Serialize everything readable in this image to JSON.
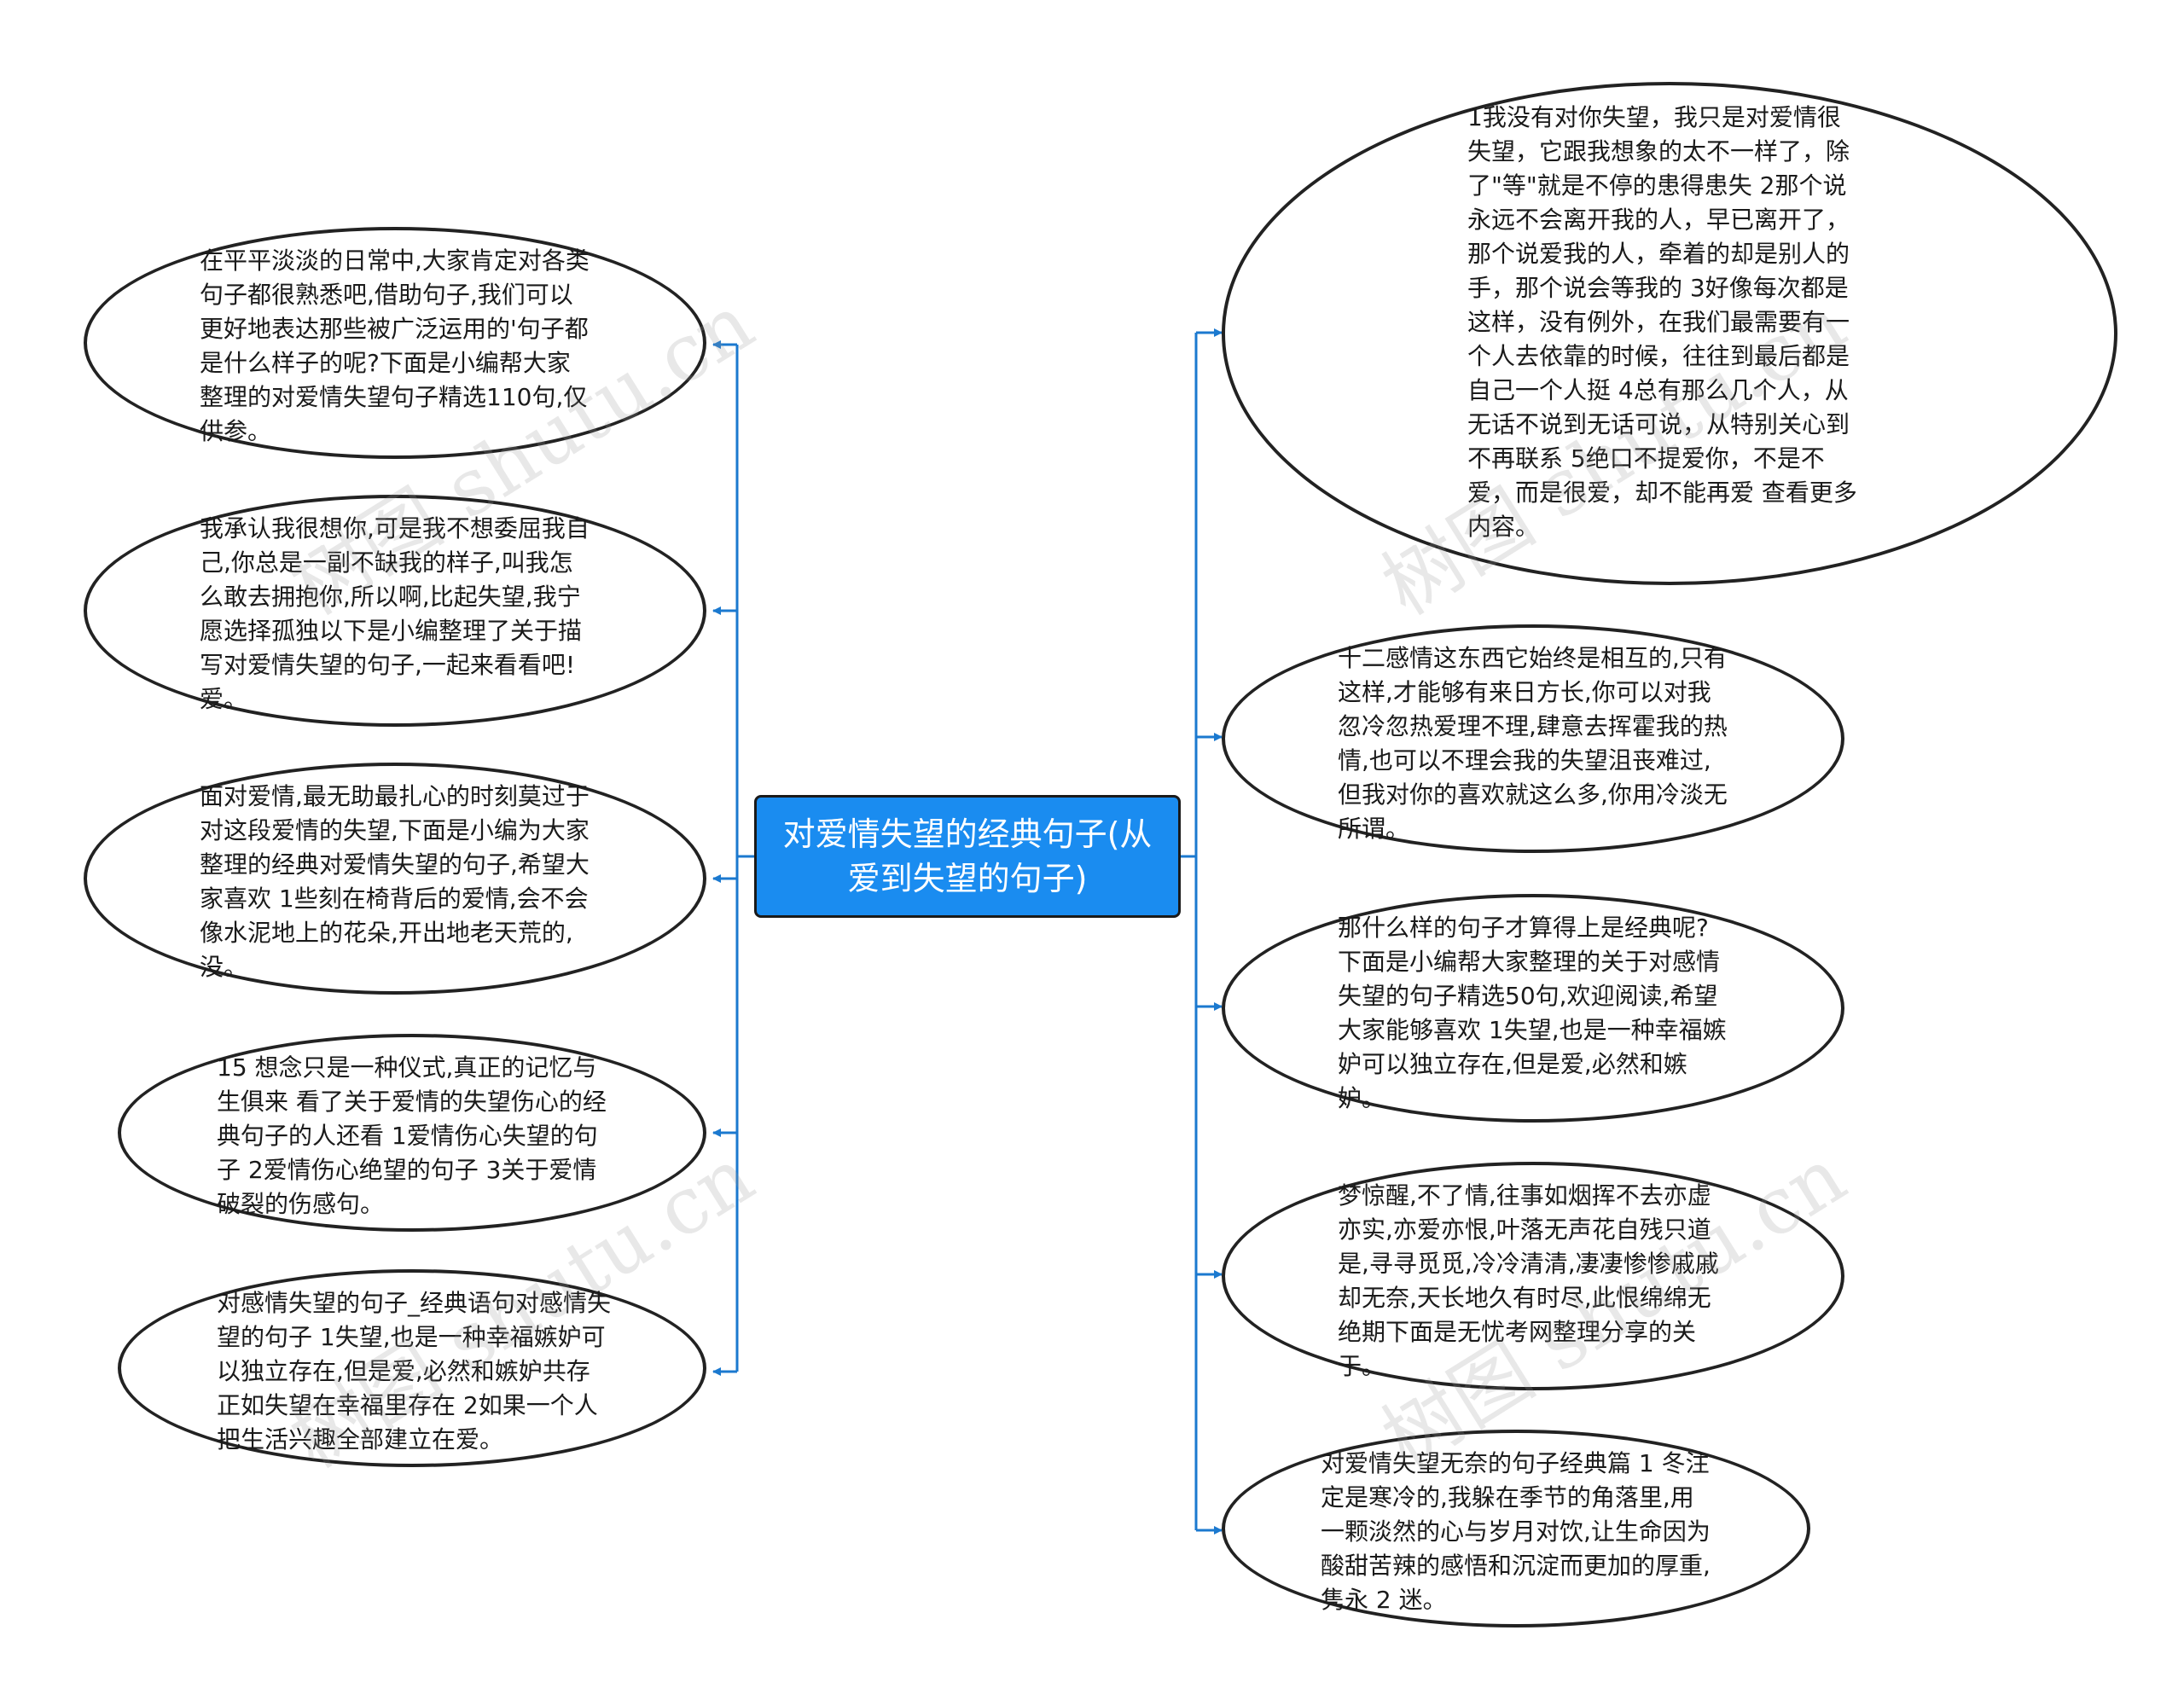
{
  "root": {
    "label": "对爱情失望的经典句子(从爱到失望的句子)"
  },
  "left_nodes": [
    {
      "text": "在平平淡淡的日常中,大家肯定对各类句子都很熟悉吧,借助句子,我们可以更好地表达那些被广泛运用的'句子都是什么样子的呢?下面是小编帮大家整理的对爱情失望句子精选110句,仅供参。"
    },
    {
      "text": "我承认我很想你,可是我不想委屈我自己,你总是一副不缺我的样子,叫我怎么敢去拥抱你,所以啊,比起失望,我宁愿选择孤独以下是小编整理了关于描写对爱情失望的句子,一起来看看吧! 爱。"
    },
    {
      "text": "面对爱情,最无助最扎心的时刻莫过于对这段爱情的失望,下面是小编为大家整理的经典对爱情失望的句子,希望大家喜欢 1些刻在椅背后的爱情,会不会像水泥地上的花朵,开出地老天荒的,没。"
    },
    {
      "text": "15 想念只是一种仪式,真正的记忆与生俱来 看了关于爱情的失望伤心的经典句子的人还看 1爱情伤心失望的句子 2爱情伤心绝望的句子 3关于爱情破裂的伤感句。"
    },
    {
      "text": "对感情失望的句子_经典语句对感情失望的句子 1失望,也是一种幸福嫉妒可以独立存在,但是爱,必然和嫉妒共存正如失望在幸福里存在 2如果一个人把生活兴趣全部建立在爱。"
    }
  ],
  "right_nodes": [
    {
      "text": "1我没有对你失望，我只是对爱情很失望，它跟我想象的太不一样了，除了\"等\"就是不停的患得患失    2那个说永远不会离开我的人，早已离开了，那个说爱我的人，牵着的却是别人的手，那个说会等我的    3好像每次都是这样，没有例外，在我们最需要有一个人去依靠的时候，往往到最后都是自己一个人挺    4总有那么几个人，从无话不说到无话可说，从特别关心到不再联系    5绝口不提爱你，不是不爱，而是很爱，却不能再爱   查看更多内容。"
    },
    {
      "text": "十二感情这东西它始终是相互的,只有这样,才能够有来日方长,你可以对我忽冷忽热爱理不理,肆意去挥霍我的热情,也可以不理会我的失望沮丧难过,但我对你的喜欢就这么多,你用冷淡无所谓。"
    },
    {
      "text": "那什么样的句子才算得上是经典呢?下面是小编帮大家整理的关于对感情失望的句子精选50句,欢迎阅读,希望大家能够喜欢 1失望,也是一种幸福嫉妒可以独立存在,但是爱,必然和嫉妒。"
    },
    {
      "text": "梦惊醒,不了情,往事如烟挥不去亦虚亦实,亦爱亦恨,叶落无声花自残只道是,寻寻觅觅,冷冷清清,凄凄惨惨戚戚却无奈,天长地久有时尽,此恨绵绵无绝期下面是无忧考网整理分享的关于。"
    },
    {
      "text": "对爱情失望无奈的句子经典篇 1 冬注定是寒冷的,我躲在季节的角落里,用一颗淡然的心与岁月对饮,让生命因为酸甜苦辣的感悟和沉淀而更加的厚重,隽永 2 迷。"
    }
  ],
  "watermark": {
    "text": "树图 shutu.cn"
  },
  "colors": {
    "connector": "#1b79cf",
    "root_fill": "#1a8cf0",
    "node_border": "#222222"
  }
}
